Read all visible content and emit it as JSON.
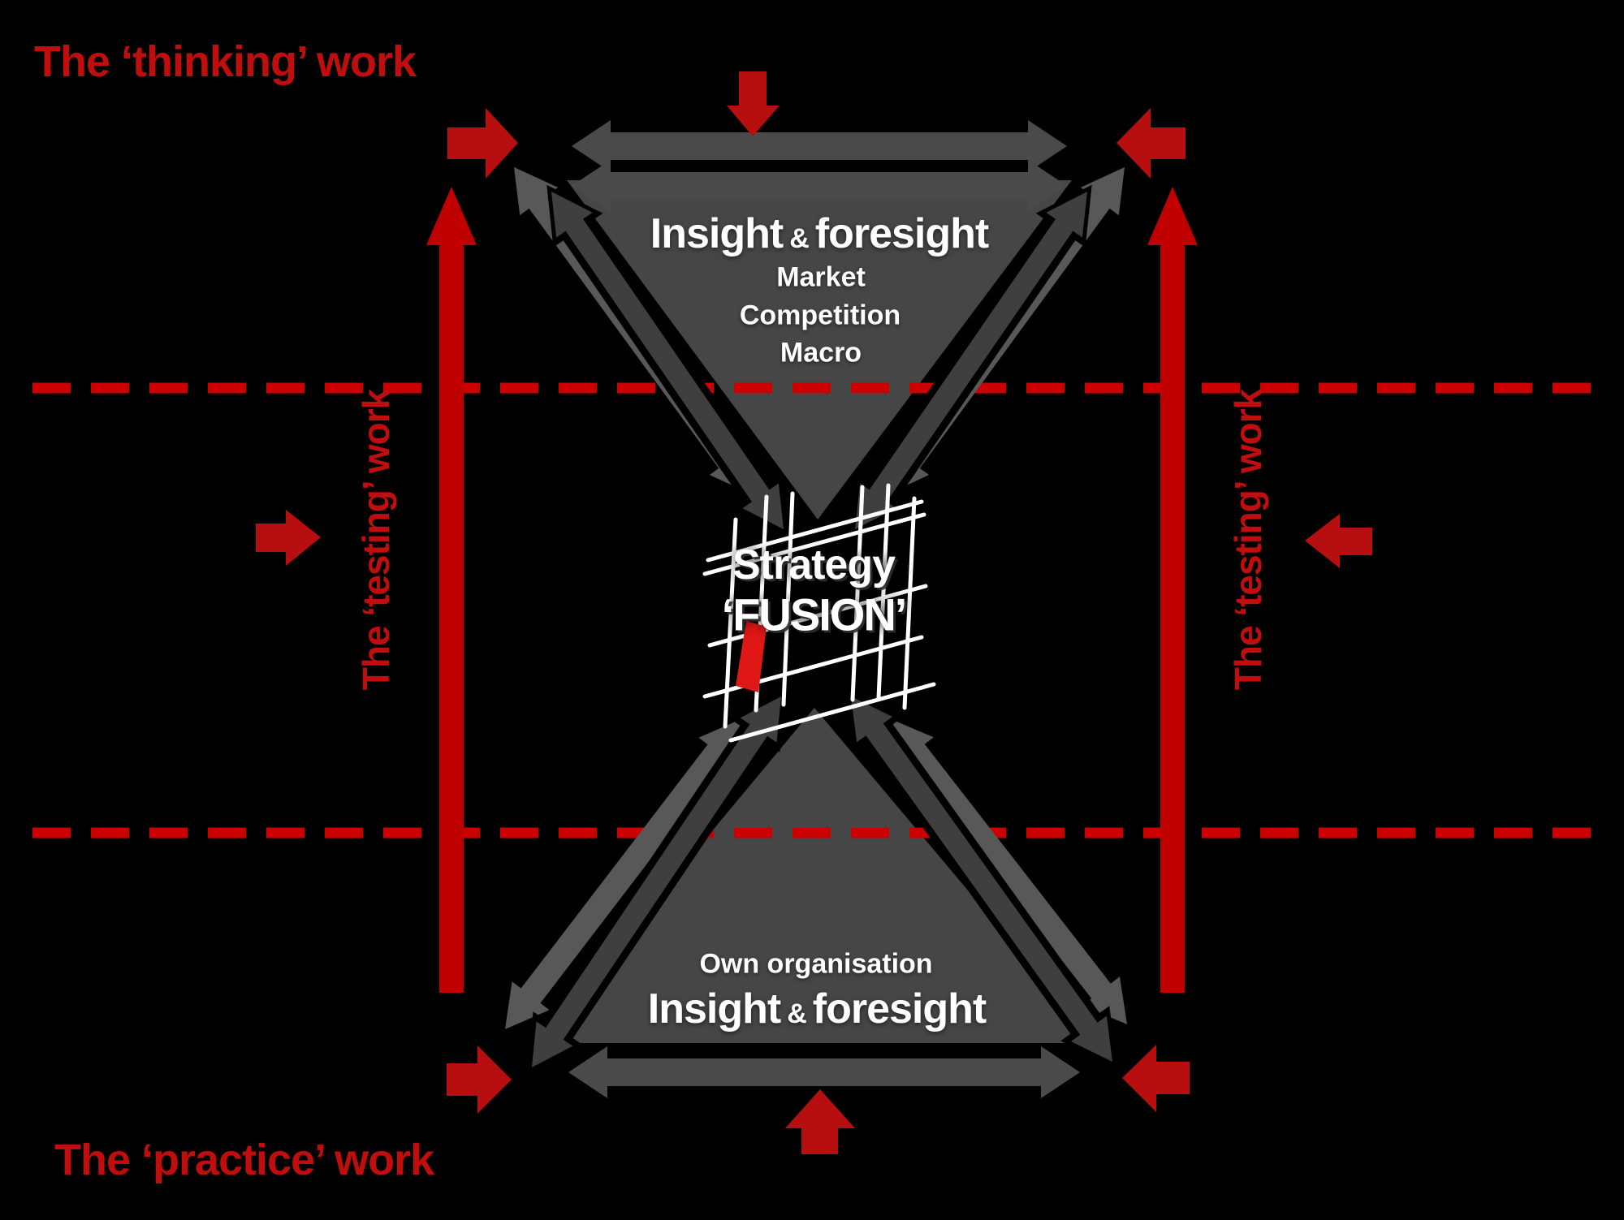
{
  "colors": {
    "background": "#000000",
    "red_text": "#c00d0d",
    "red_block_arrow": "#b70f0f",
    "red_dashed_line": "#cc0000",
    "red_vertical_arrow": "#c00000",
    "gray_triangle": "#464646",
    "gray_arrow": "#4a4a4a",
    "gray_arrow_outer": "#585858",
    "gray_arrow_inner": "#3f3f3f",
    "white": "#ffffff",
    "map_red": "#e01717"
  },
  "corner_labels": {
    "thinking": "The ‘thinking’ work",
    "practice": "The ‘practice’ work"
  },
  "side_labels": {
    "left": "The ‘testing’ work",
    "right": "The ‘testing’ work"
  },
  "top_triangle": {
    "title_word1": "Insight",
    "title_amp": "&",
    "title_word2": "foresight",
    "items": [
      "Market",
      "Competition",
      "Macro"
    ]
  },
  "bottom_triangle": {
    "subtitle": "Own organisation",
    "title_word1": "Insight",
    "title_amp": "&",
    "title_word2": "foresight"
  },
  "center": {
    "line1": "Strategy",
    "line2": "‘FUSION’"
  }
}
